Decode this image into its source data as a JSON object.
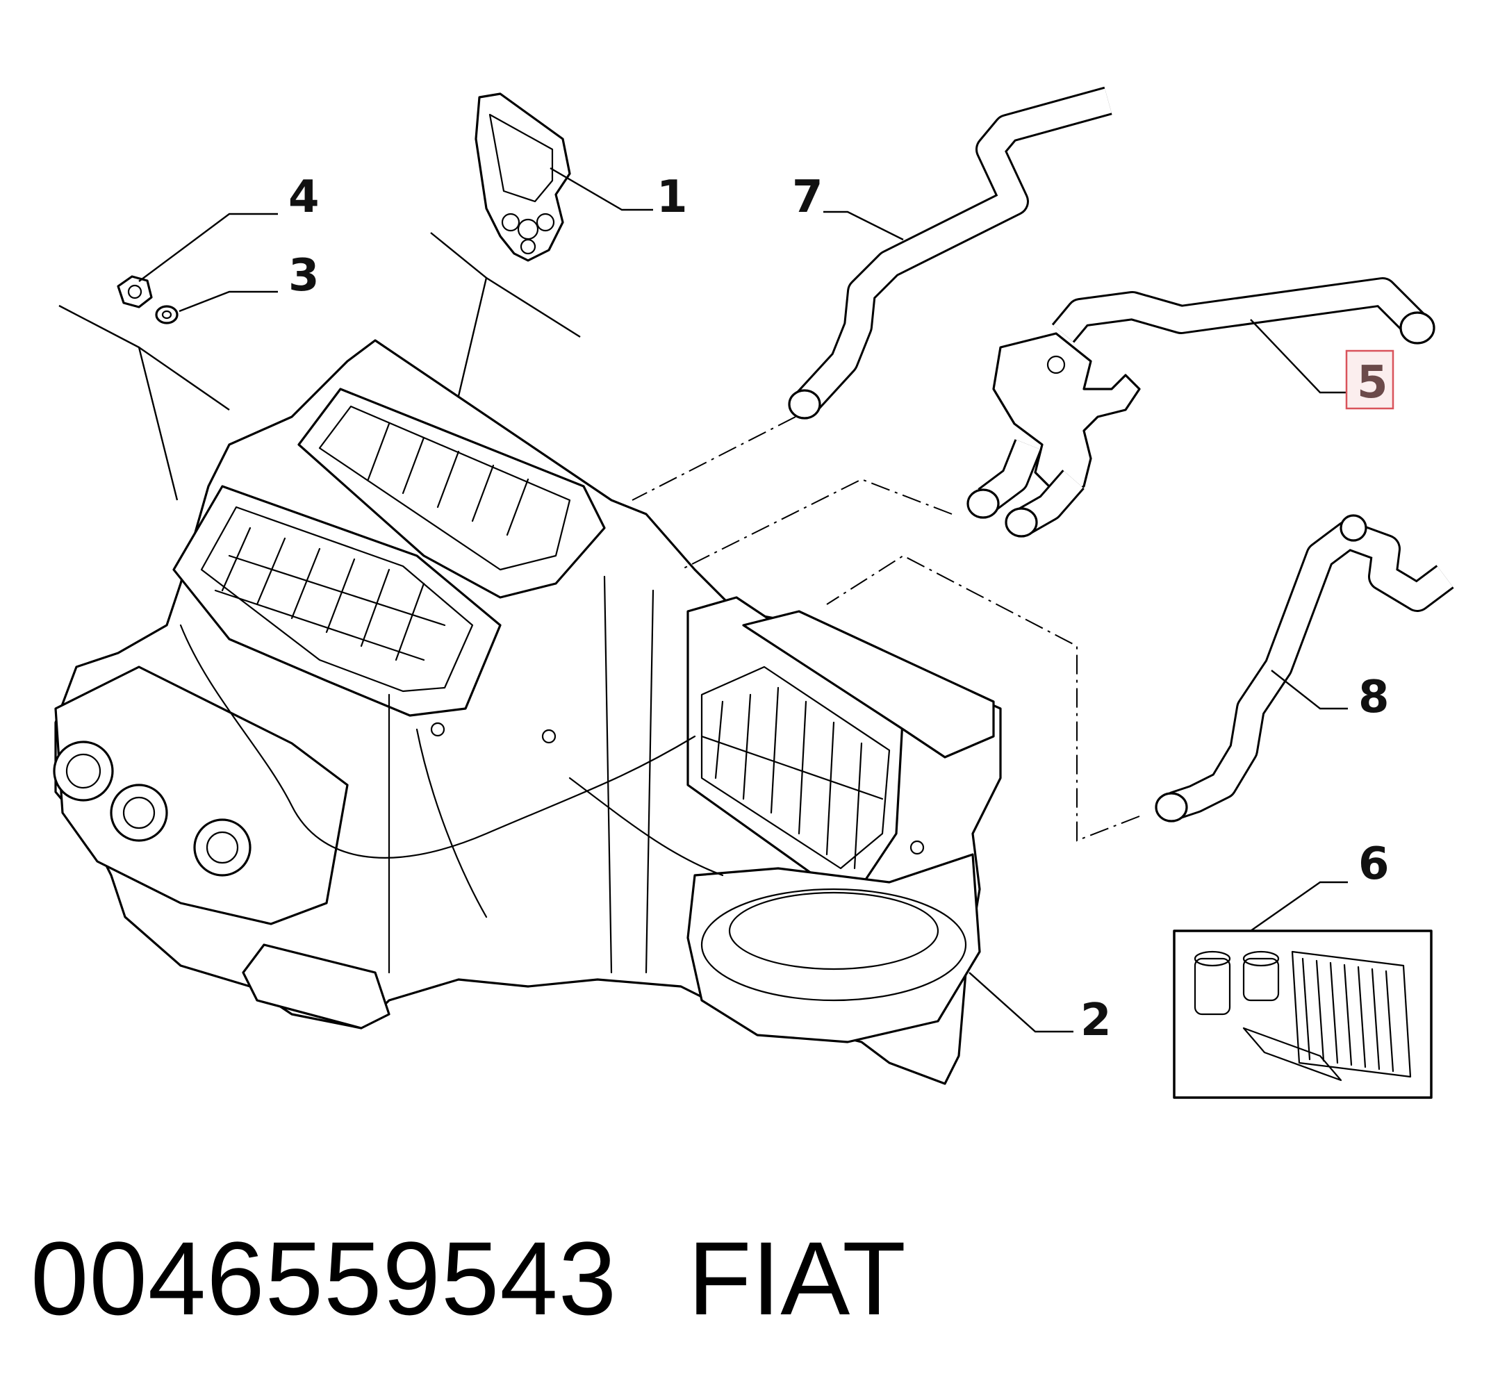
{
  "diagram": {
    "callouts": [
      {
        "id": "1",
        "label": "1"
      },
      {
        "id": "2",
        "label": "2"
      },
      {
        "id": "3",
        "label": "3"
      },
      {
        "id": "4",
        "label": "4"
      },
      {
        "id": "5",
        "label": "5",
        "highlighted": true
      },
      {
        "id": "6",
        "label": "6"
      },
      {
        "id": "7",
        "label": "7"
      },
      {
        "id": "8",
        "label": "8"
      }
    ],
    "highlight_color": "#d9535b"
  },
  "footer": {
    "part_number": "0046559543",
    "brand": "FIAT"
  }
}
